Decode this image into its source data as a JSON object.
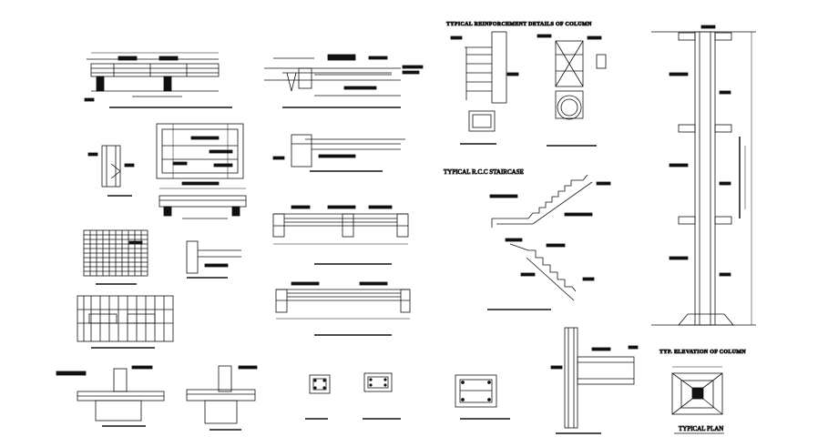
{
  "labels": {
    "staircase_title": "TYPICAL R.C.C STAIRCASE",
    "column_elevation": "TYP. ELEVATION OF COLUMN",
    "typical_plan": "TYPICAL PLAN",
    "top_title": "TYPICAL REINFORCEMENT DETAILS OF COLUMN"
  },
  "colors": {
    "ink": "#111111",
    "paper": "#ffffff"
  }
}
